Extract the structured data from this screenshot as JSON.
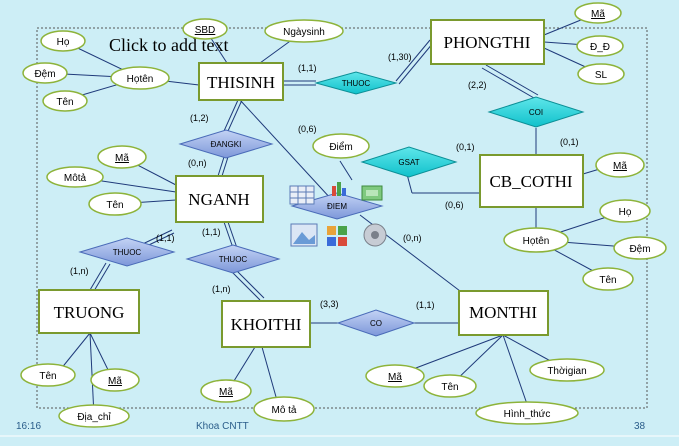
{
  "placeholder_text": "Click to add text",
  "entities": {
    "thisinh": "THISINH",
    "phongthi": "PHONGTHI",
    "nganh": "NGANH",
    "cb_cothi": "CB_COTHI",
    "truong": "TRUONG",
    "khoithi": "KHOITHI",
    "monthi": "MONTHI"
  },
  "relationships": {
    "thuoc_top": "THUOC",
    "coi": "COI",
    "dangki": "ĐANGKI",
    "gsat": "GSAT",
    "diem": "ĐIEM",
    "thuoc_left": "THUOC",
    "thuoc_mid": "THUOC",
    "co": "CO"
  },
  "attributes": {
    "ho_ts": "Họ",
    "dem_ts": "Đệm",
    "ten_ts": "Tên",
    "hoten_ts": "Họtên",
    "sbd": "SBD",
    "ngaysinh": "Ngàysinh",
    "ma_pt": "Mã",
    "dd": "Đ_Đ",
    "sl": "SL",
    "ma_ng": "Mã",
    "mota": "Môtả",
    "ten_ng": "Tên",
    "diem": "Điểm",
    "ma_cb": "Mã",
    "ho_cb": "Họ",
    "dem_cb": "Đệm",
    "ten_cb": "Tên",
    "hoten_cb": "Họtên",
    "ten_tr": "Tên",
    "ma_tr": "Mã",
    "diachi": "Địa_chỉ",
    "ma_kt": "Mã",
    "mota_kt": "Mô tả",
    "ma_mt": "Mã",
    "ten_mt": "Tên",
    "thoigian": "Thờigian",
    "hinhthuc": "Hình_thức"
  },
  "cardinalities": {
    "ts_thuoc": "(1,1)",
    "pt_thuoc": "(1,30)",
    "pt_coi": "(2,2)",
    "cb_coi": "(0,1)",
    "ts_dangki": "(1,2)",
    "ng_dangki": "(0,n)",
    "ts_diem": "(0,6)",
    "gsat_top": "(0,1)",
    "gsat_bottom": "(0,6)",
    "mt_diem": "(0,n)",
    "ng_thuoc_left": "(1,1)",
    "tr_thuoc": "(1,n)",
    "ng_thuoc_mid": "(1,1)",
    "kt_thuoc": "(1,n)",
    "kt_co": "(3,3)",
    "mt_co": "(1,1)"
  },
  "footer": {
    "time": "16:16",
    "author": "Khoa  CNTT",
    "page": "38"
  },
  "colors": {
    "background": "#cdeef6",
    "entity_border": "#7a9a2e",
    "attribute_border": "#8db33a",
    "relationship_blue": "#8fa7e0",
    "relationship_cyan": "#1ccfd6",
    "line": "#1f3a7a"
  }
}
